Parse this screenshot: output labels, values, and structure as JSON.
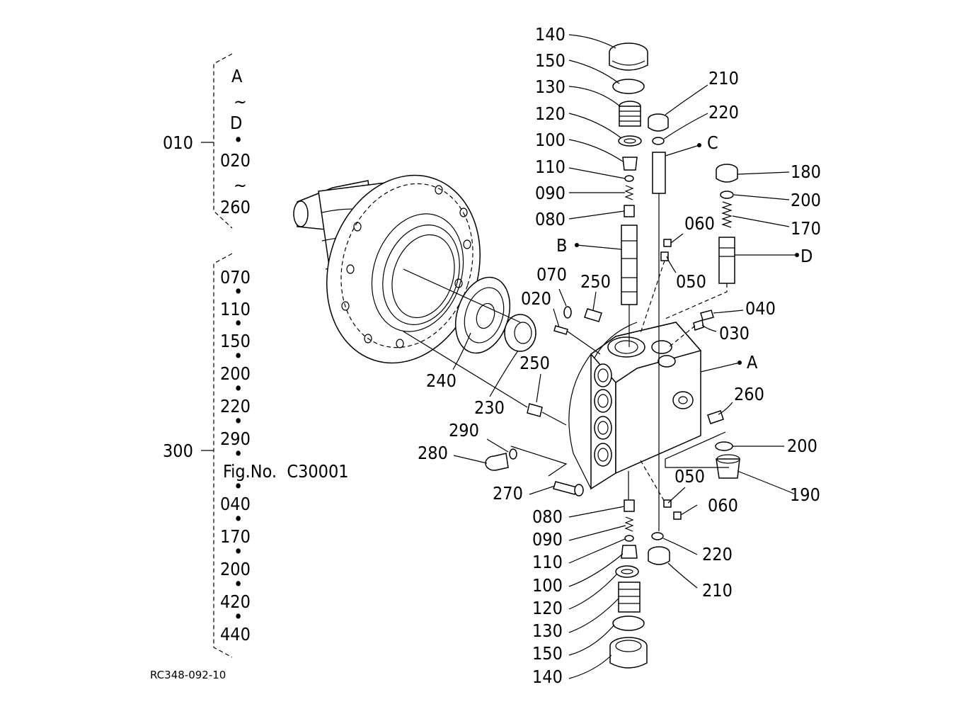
{
  "drawing_id": "RC348-092-10",
  "group_010": {
    "ref": "010",
    "items": [
      "A",
      "~",
      "D",
      "•",
      "020",
      "~",
      "260"
    ]
  },
  "group_300": {
    "ref": "300",
    "items": [
      "070",
      "•",
      "110",
      "•",
      "150",
      "•",
      "200",
      "•",
      "220",
      "•",
      "290",
      "•",
      "Fig.No.  C30001",
      "•",
      "040",
      "•",
      "170",
      "•",
      "200",
      "•",
      "420",
      "•",
      "440"
    ]
  },
  "callouts": {
    "c140_top": "140",
    "c150_top": "150",
    "c130_top": "130",
    "c120_top": "120",
    "c100_top": "100",
    "c110_top": "110",
    "c090_top": "090",
    "c080_top": "080",
    "cB": "B",
    "c070": "070",
    "c250_top": "250",
    "c020": "020",
    "c240": "240",
    "c250_mid": "250",
    "c230": "230",
    "c290": "290",
    "c280": "280",
    "c270": "270",
    "c210_top": "210",
    "c220_top": "220",
    "cC": "C",
    "c180": "180",
    "c200_top": "200",
    "c170": "170",
    "c060_top": "060",
    "cD": "D",
    "c050_top": "050",
    "c040": "040",
    "c030": "030",
    "cA": "A",
    "c260": "260",
    "c200_mid": "200",
    "c190": "190",
    "c050_bot": "050",
    "c060_bot": "060",
    "c080_bot": "080",
    "c090_bot": "090",
    "c110_bot": "110",
    "c100_bot": "100",
    "c120_bot": "120",
    "c130_bot": "130",
    "c150_bot": "150",
    "c140_bot": "140",
    "c220_bot": "220",
    "c210_bot": "210"
  }
}
